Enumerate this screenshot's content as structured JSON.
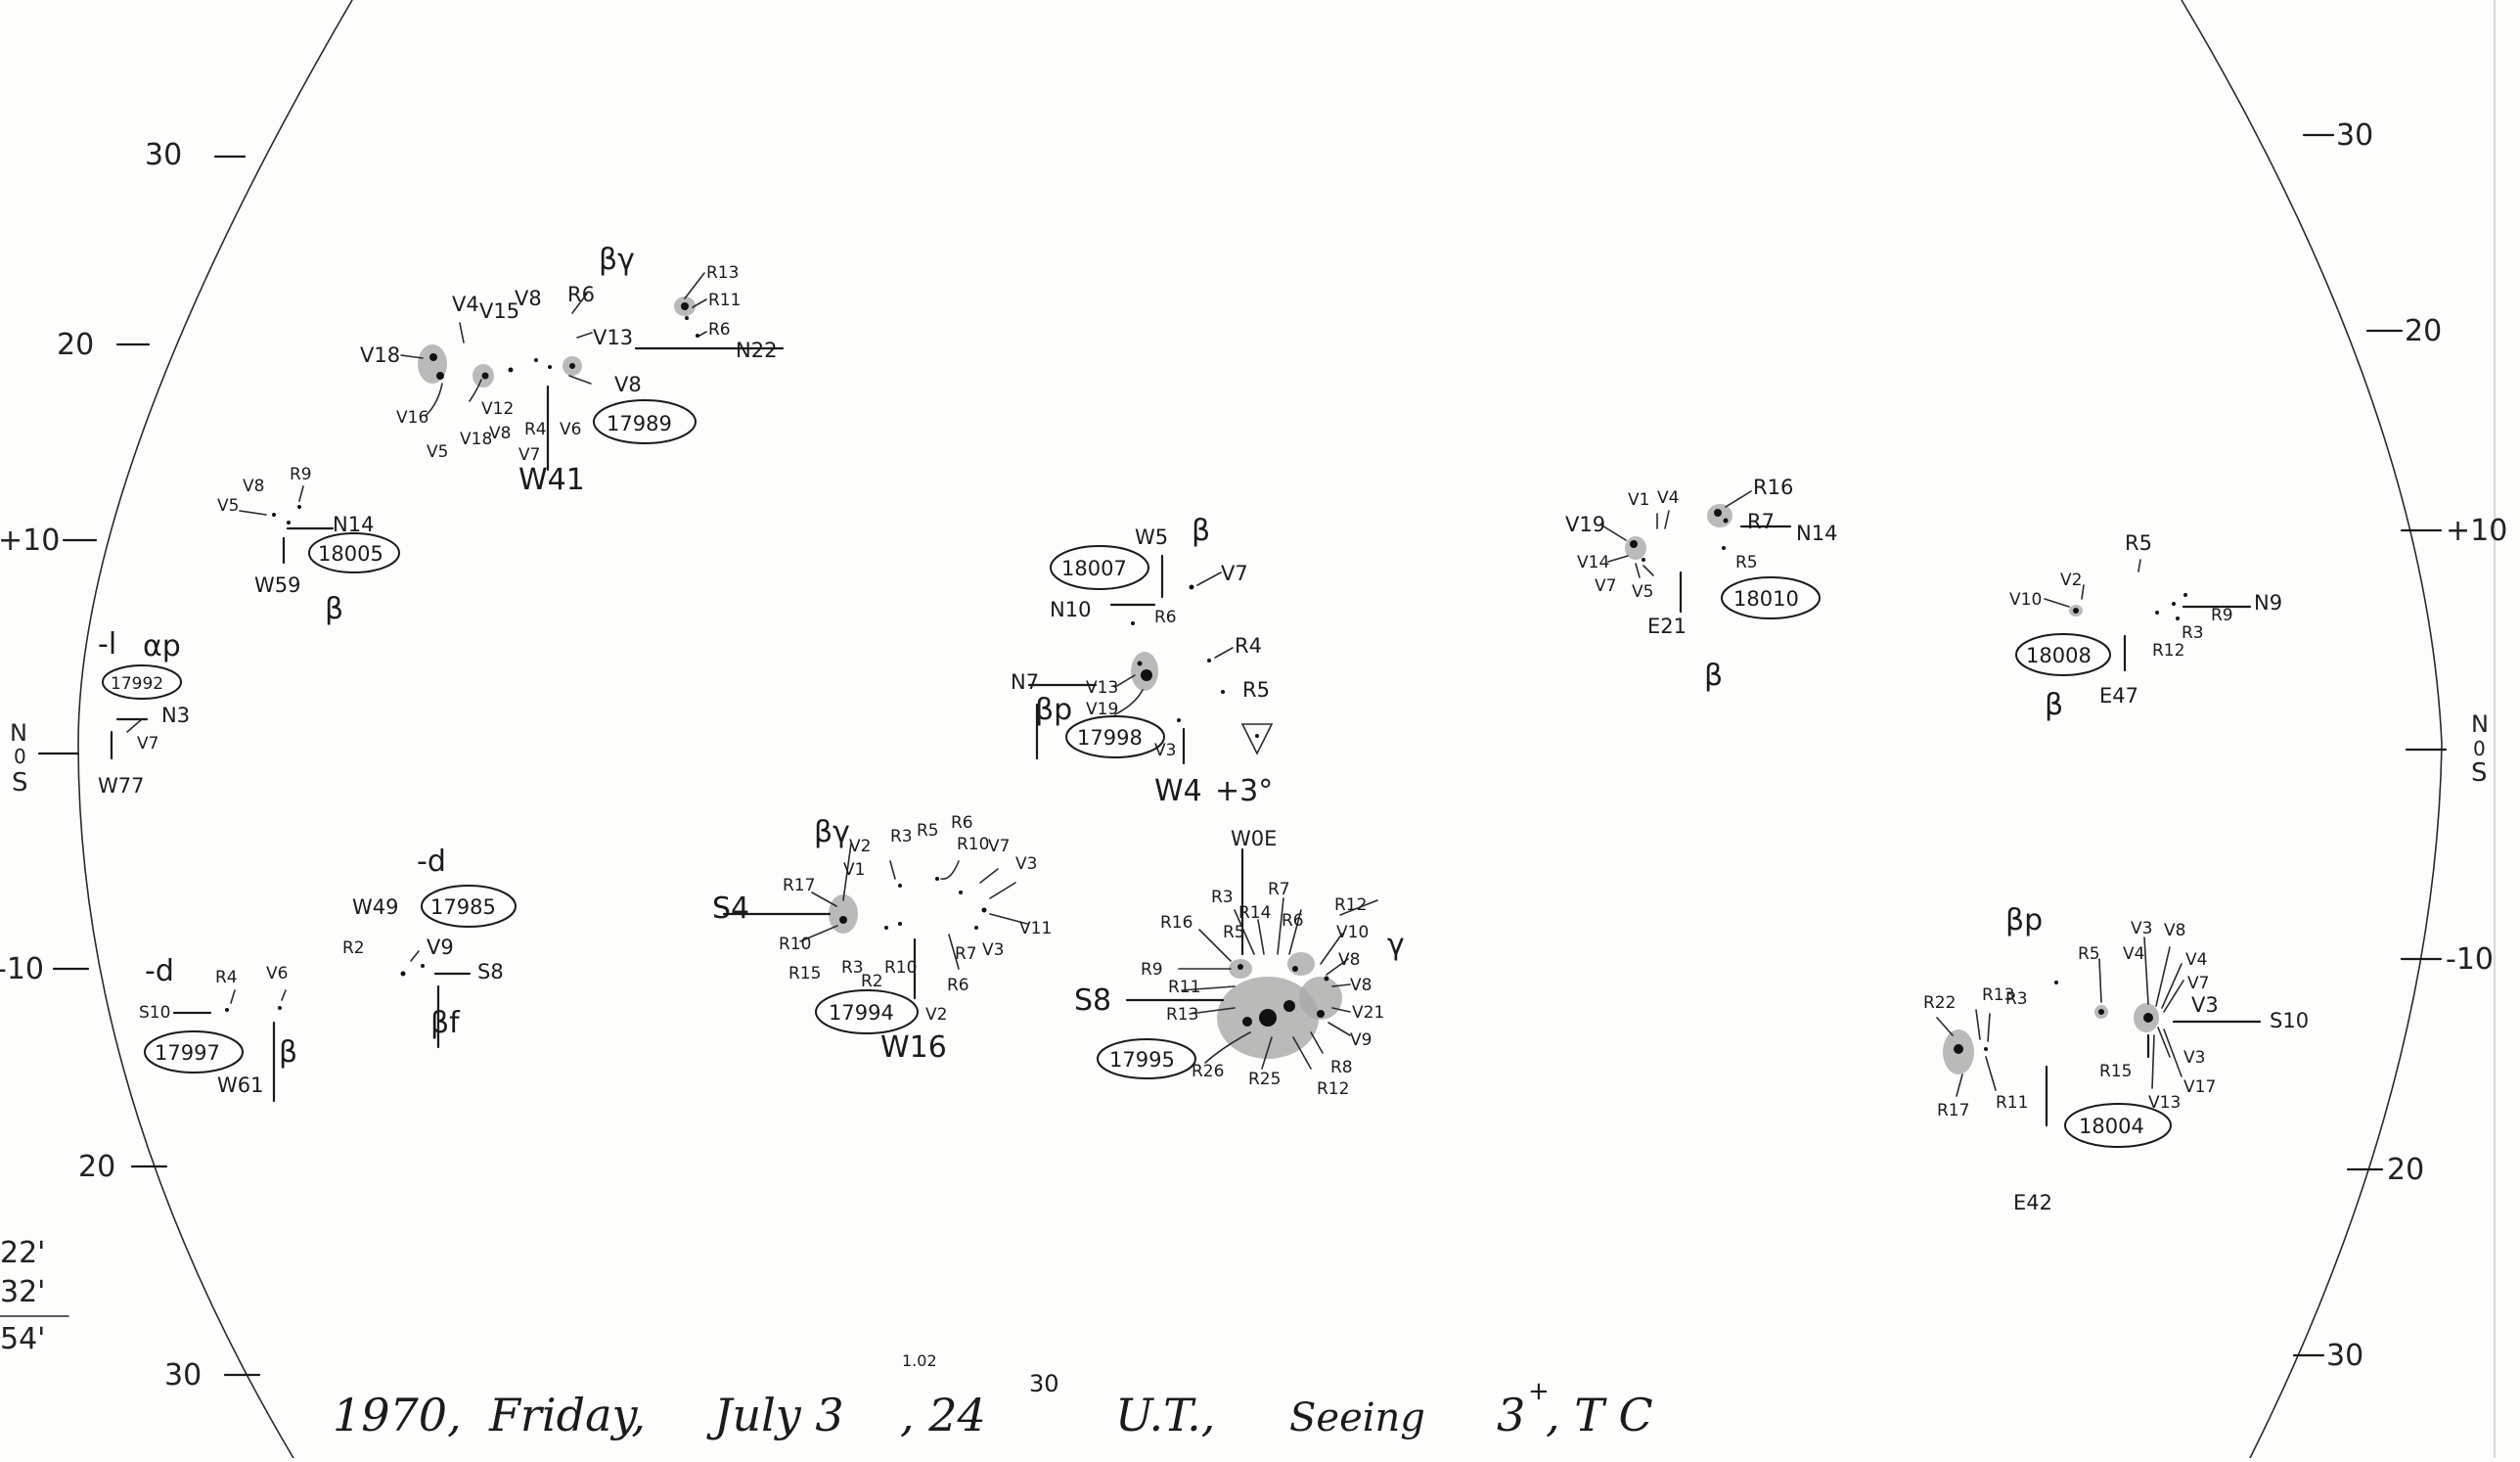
{
  "caption": {
    "year": "1970,",
    "day": "Friday,",
    "date": "July 3",
    "date_sup": "1.02",
    "time": ", 24",
    "time_sup": "30",
    "ut": "U.T.,",
    "seeing_label": "Seeing",
    "seeing_value": "3",
    "seeing_sup": "+",
    "observer": ", T C"
  },
  "scale_left": {
    "ticks": [
      "30",
      "20",
      "+10",
      "N",
      "0",
      "S",
      "-10",
      "20",
      "30"
    ]
  },
  "scale_right": {
    "ticks": [
      "30",
      "20",
      "+10",
      "N",
      "0",
      "S",
      "-10",
      "20",
      "30"
    ]
  },
  "side_notes": [
    "22'",
    "32'",
    "54'"
  ],
  "regions": {
    "r17989": {
      "number": "17989",
      "class": "βγ",
      "meridian": "W41",
      "lat": "N22",
      "labels": [
        "V4",
        "V15",
        "V8",
        "R6",
        "V18",
        "V13",
        "V16",
        "V12",
        "V5",
        "V18",
        "V8",
        "R4",
        "V6",
        "V7",
        "V8",
        "R13",
        "R11",
        "R6"
      ]
    },
    "r18005": {
      "number": "18005",
      "class": "β",
      "meridian": "W59",
      "lat": "N14",
      "labels": [
        "V5",
        "V8",
        "R9"
      ]
    },
    "r17992": {
      "number": "17992",
      "class": "αp",
      "prefix": "-l",
      "meridian": "W77",
      "lat": "N3",
      "labels": [
        "V7"
      ]
    },
    "r17985": {
      "number": "17985",
      "class": "βf",
      "prefix": "-d",
      "meridian": "W49",
      "lat": "S8",
      "labels": [
        "R2",
        "V9"
      ]
    },
    "r17997": {
      "number": "17997",
      "class": "β",
      "prefix": "-d",
      "meridian": "W61",
      "lat": "S10",
      "labels": [
        "R4",
        "V6"
      ]
    },
    "r17994": {
      "number": "17994",
      "class": "βγ",
      "meridian": "W16",
      "lat": "S4",
      "labels": [
        "V2",
        "V1",
        "R3",
        "R5",
        "R6",
        "R10",
        "V7",
        "V3",
        "R17",
        "R10",
        "R15",
        "R3",
        "R2",
        "R10",
        "R7",
        "V3",
        "V11",
        "R6",
        "V2"
      ]
    },
    "r18007": {
      "number": "18007",
      "class": "β",
      "meridian": "W5",
      "lat": "N10",
      "labels": [
        "V7",
        "R6",
        "R4",
        "R5"
      ]
    },
    "r17998": {
      "number": "17998",
      "class": "βp",
      "meridian": "W4",
      "lat": "N7",
      "offset": "+3°",
      "labels": [
        "V13",
        "V19",
        "V3"
      ]
    },
    "r17995": {
      "number": "17995",
      "class": "γ",
      "meridian": "W0E",
      "lat": "S8",
      "labels": [
        "R16",
        "R3",
        "R14",
        "R7",
        "R5",
        "R6",
        "R12",
        "V10",
        "V8",
        "R9",
        "R11",
        "R13",
        "V8",
        "V21",
        "V9",
        "R8",
        "R26",
        "R25",
        "R12"
      ]
    },
    "r18010": {
      "number": "18010",
      "class": "β",
      "meridian": "E21",
      "lat": "N14",
      "labels": [
        "V19",
        "V1",
        "V4",
        "R16",
        "R7",
        "V14",
        "V7",
        "V5",
        "R5"
      ]
    },
    "r18008": {
      "number": "18008",
      "class": "β",
      "meridian": "E47",
      "lat": "N9",
      "labels": [
        "R5",
        "V10",
        "V2",
        "R9",
        "R3",
        "R12"
      ]
    },
    "r18004": {
      "number": "18004",
      "class": "βp",
      "meridian": "E42",
      "lat": "S10",
      "labels": [
        "R5",
        "V4",
        "V3",
        "V8",
        "V4",
        "V7",
        "V3",
        "R22",
        "R13",
        "R3",
        "R15",
        "V3",
        "V17",
        "V13",
        "R17",
        "R11"
      ]
    }
  }
}
